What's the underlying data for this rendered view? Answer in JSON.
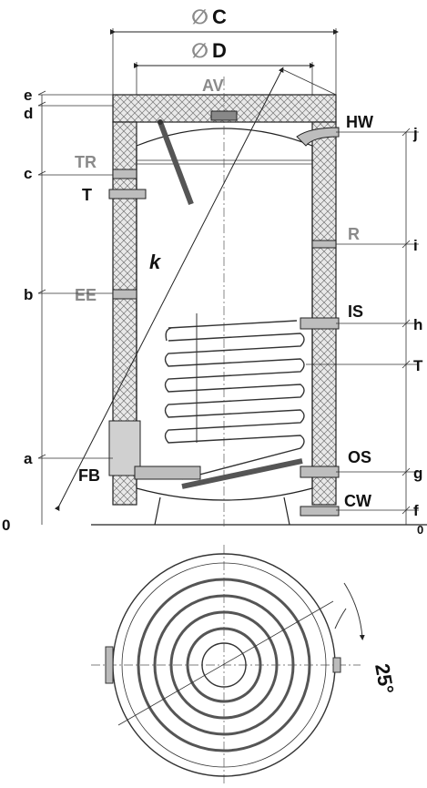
{
  "drawing": {
    "top_dimensions": {
      "outer_diameter": "C",
      "inner_diameter": "D"
    },
    "diameter_symbol": "∅",
    "left_levels": [
      "e",
      "d",
      "c",
      "b",
      "a",
      "0"
    ],
    "right_levels": [
      "j",
      "i",
      "h",
      "T",
      "g",
      "f",
      "0"
    ],
    "connections": {
      "air_vent": "AV",
      "hot_water": "HW",
      "thermometer_well": "TR",
      "thermostat": "T",
      "recirculation": "R",
      "electric_element": "EE",
      "coil_inlet": "IS",
      "coil_outlet": "OS",
      "flange": "FB",
      "cold_water": "CW"
    },
    "tilt_dimension": "k",
    "angle_label": "25°"
  }
}
